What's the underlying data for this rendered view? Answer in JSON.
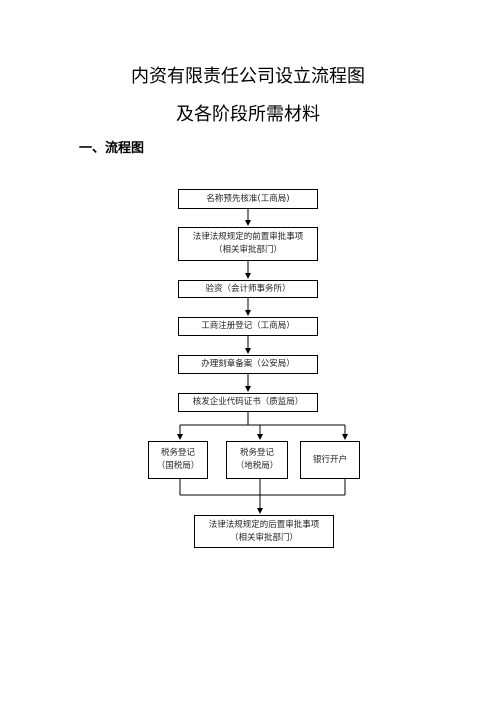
{
  "document": {
    "title_line1": "内资有限责任公司设立流程图",
    "title_line2": "及各阶段所需材料",
    "section_heading": "一、流程图"
  },
  "flowchart": {
    "steps": [
      {
        "line1": "名称预先核准(工商局)",
        "line2": ""
      },
      {
        "line1": "法律法规规定的前置审批事项",
        "line2": "（相关审批部门）"
      },
      {
        "line1": "验资（会计师事务所）",
        "line2": ""
      },
      {
        "line1": "工商注册登记（工商局）",
        "line2": ""
      },
      {
        "line1": "办理刻章备案（公安局）",
        "line2": ""
      },
      {
        "line1": "核发企业代码证书（质监局）",
        "line2": ""
      }
    ],
    "branches": [
      {
        "line1": "税务登记",
        "line2": "（国税局）"
      },
      {
        "line1": "税务登记",
        "line2": "（地税局）"
      },
      {
        "line1": "银行开户",
        "line2": ""
      }
    ],
    "final": {
      "line1": "法律法规规定的后置审批事项",
      "line2": "（相关审批部门）"
    }
  }
}
